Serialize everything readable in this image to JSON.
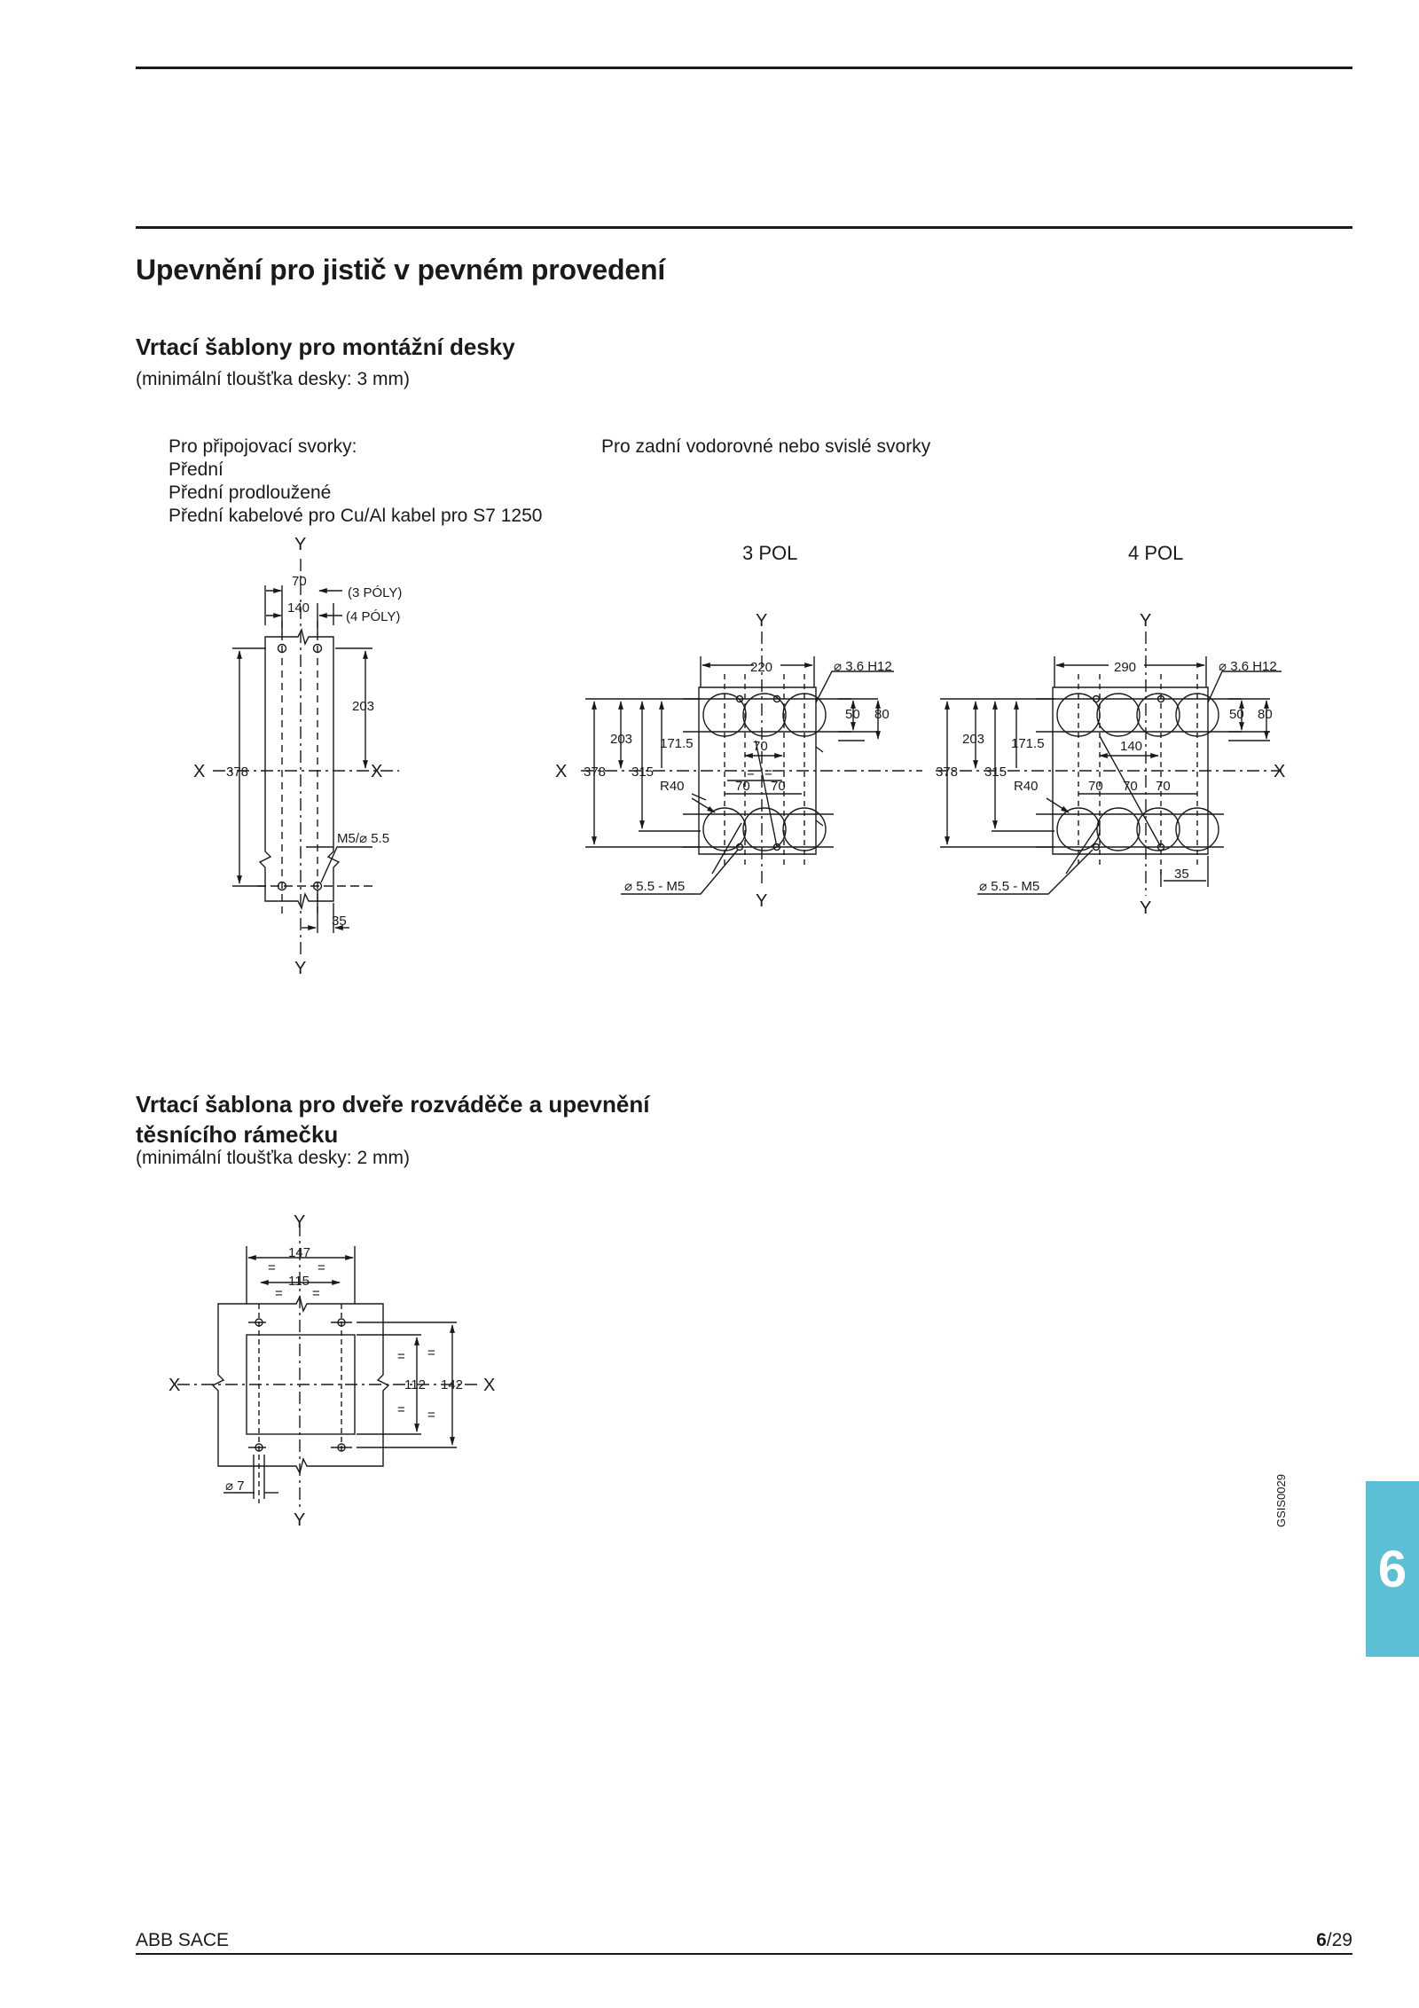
{
  "page": {
    "title": "Upevnění pro jistič v pevném provedení",
    "section1": {
      "heading": "Vrtací šablony pro montážní desky",
      "note": "(minimální tloušťka desky:  3 mm)",
      "front_label": {
        "line1": "Pro připojovací svorky:",
        "line2": "Přední",
        "line3": "Přední prodloužené",
        "line4": "Přední kabelové pro Cu/Al kabel pro S7 1250"
      },
      "rear_label": "Pro zadní vodorovné nebo svislé svorky",
      "pol3": "3 POL",
      "pol4": "4 POL"
    },
    "section2": {
      "heading_line1": "Vrtací šablona pro dveře rozváděče a upevnění",
      "heading_line2": "těsnícího rámečku",
      "note": "(minimální tloušťka desky:  2 mm)"
    },
    "dims": {
      "axis_x": "X",
      "axis_y": "Y",
      "d70": "70",
      "d140": "140",
      "poly3": "(3 PÓLY)",
      "poly4": "(4 PÓLY)",
      "d203": "203",
      "d378": "378",
      "m5": "M5/⌀ 5.5",
      "d35": "35",
      "d220": "220",
      "d290": "290",
      "h12": "⌀ 3.6 H12",
      "d50": "50",
      "d80": "80",
      "d171": "171.5",
      "d315": "315",
      "r40": "R40",
      "eq": "=",
      "m55": "⌀ 5.5 - M5",
      "d147": "147",
      "d115": "115",
      "d112": "112",
      "d142": "142",
      "d7": "⌀ 7"
    },
    "drawing_code": "GSIS0029",
    "tab_number": "6",
    "footer": {
      "brand": "ABB SACE",
      "page_bold": "6",
      "page_rest": "/29"
    }
  }
}
